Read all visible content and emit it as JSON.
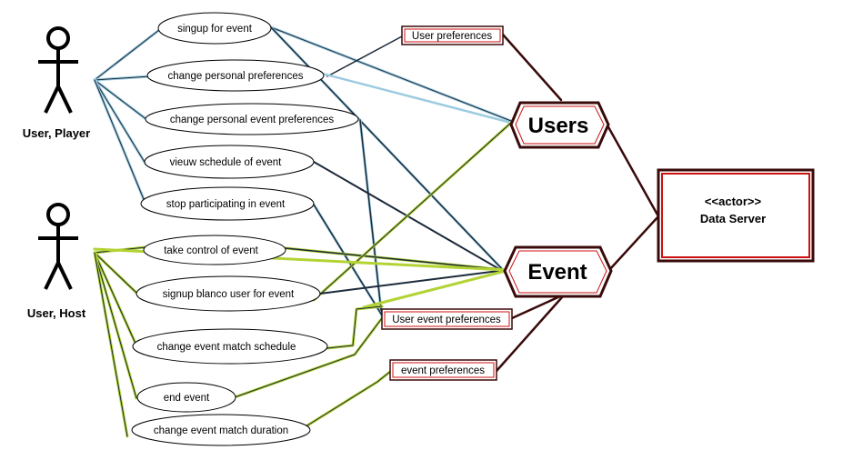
{
  "actors": {
    "player": {
      "label": "User, Player",
      "icon": "stick-figure-icon"
    },
    "host": {
      "label": "User, Host",
      "icon": "stick-figure-icon"
    }
  },
  "use_cases": {
    "signup_event": "singup for event",
    "change_personal_prefs": "change personal preferences",
    "change_personal_event_prefs": "change personal event preferences",
    "view_schedule": "vieuw schedule of event",
    "stop_participating": "stop participating in event",
    "take_control": "take control of event",
    "signup_blanco": "signup blanco user for event",
    "change_match_schedule": "change event match schedule",
    "end_event": "end event",
    "change_match_duration": "change event match duration"
  },
  "data_boxes": {
    "user_prefs": "User preferences",
    "user_event_prefs": "User event preferences",
    "event_prefs": "event preferences"
  },
  "entities": {
    "users": "Users",
    "event": "Event"
  },
  "data_server": {
    "stereotype": "<<actor>>",
    "name": "Data Server"
  },
  "colors": {
    "player_link": "#9ccbe0",
    "host_link": "#b3d335",
    "dark_link": "#1c2a3a",
    "entity_link": "#3a0a0a",
    "entity_fill": "#ffffff",
    "server_border": "#cc1111"
  }
}
